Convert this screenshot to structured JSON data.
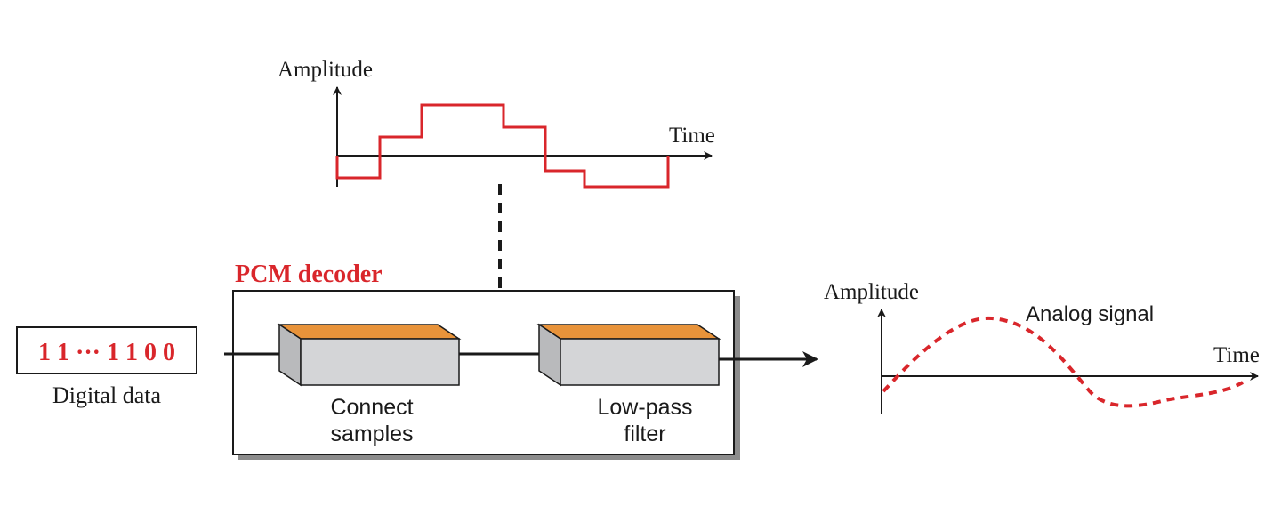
{
  "colors": {
    "accent_red": "#d9262b",
    "box_face": "#d4d5d7",
    "box_top": "#e8933a",
    "box_side": "#b9babc",
    "shadow": "#8c8c8c",
    "ink": "#1a1a1a"
  },
  "top_graph": {
    "y_label": "Amplitude",
    "x_label": "Time"
  },
  "decoder": {
    "title": "PCM decoder",
    "block1": {
      "line1": "Connect",
      "line2": "samples"
    },
    "block2": {
      "line1": "Low-pass",
      "line2": "filter"
    }
  },
  "input": {
    "bits": "1 1 ··· 1 1 0 0",
    "label": "Digital data"
  },
  "output_graph": {
    "y_label": "Amplitude",
    "x_label": "Time",
    "signal_label": "Analog signal"
  }
}
